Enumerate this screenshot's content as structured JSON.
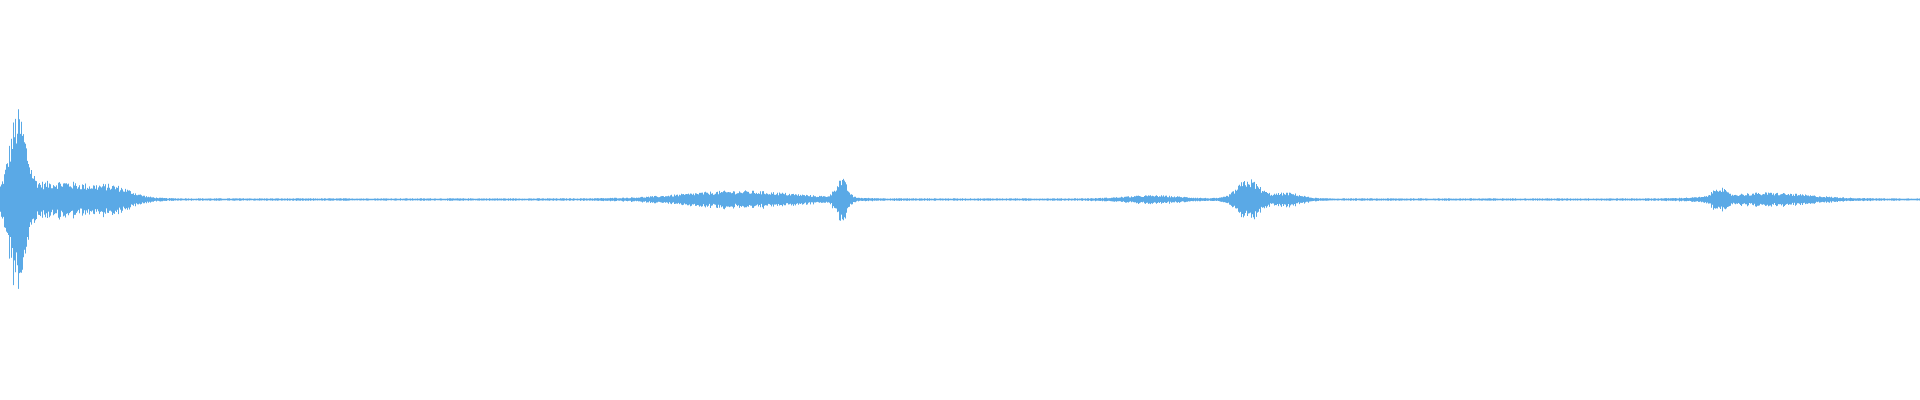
{
  "waveform": {
    "color": "#5aa9e6",
    "background": "#ffffff",
    "bursts": [
      {
        "center": 0.009,
        "spread": 0.006,
        "amplitude": 0.2
      },
      {
        "center": 0.03,
        "spread": 0.028,
        "amplitude": 0.045
      },
      {
        "center": 0.06,
        "spread": 0.012,
        "amplitude": 0.02
      },
      {
        "center": 0.385,
        "spread": 0.04,
        "amplitude": 0.02
      },
      {
        "center": 0.438,
        "spread": 0.004,
        "amplitude": 0.05
      },
      {
        "center": 0.6,
        "spread": 0.02,
        "amplitude": 0.008
      },
      {
        "center": 0.65,
        "spread": 0.008,
        "amplitude": 0.05
      },
      {
        "center": 0.67,
        "spread": 0.01,
        "amplitude": 0.015
      },
      {
        "center": 0.895,
        "spread": 0.004,
        "amplitude": 0.025
      },
      {
        "center": 0.92,
        "spread": 0.03,
        "amplitude": 0.015
      }
    ],
    "baseline_amplitude": 0.003
  }
}
